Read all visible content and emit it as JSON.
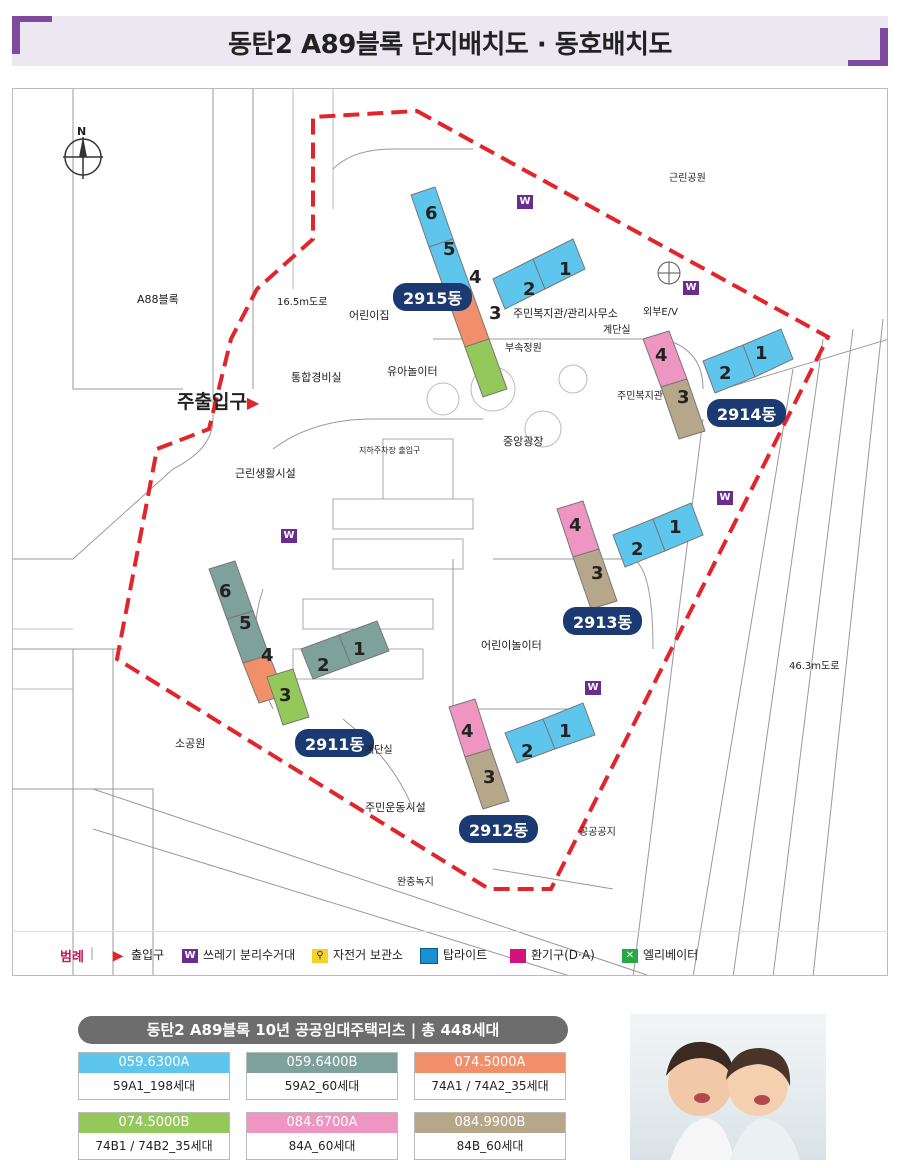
{
  "header": {
    "title": "동탄2 A89블록 단지배치도 · 동호배치도"
  },
  "map": {
    "north_label": "N",
    "main_entrance": "주출입구",
    "dong_labels": [
      "2915동",
      "2914동",
      "2913동",
      "2911동",
      "2912동"
    ],
    "area_labels": {
      "a88": "A88블록",
      "road16": "16.5m도로",
      "park": "근린공원",
      "kids": "어린이집",
      "toddler": "유아놀이터",
      "guard": "통합경비실",
      "neighborhood": "근린생활시설",
      "welfare": "주민복지관/관리사무소",
      "garden": "부속정원",
      "welfare2": "주민복지관",
      "stairs": "계단실",
      "stairs2": "계단실",
      "outdoor_ev": "외부E/V",
      "plaza": "중앙광장",
      "kids_playground": "어린이놀이터",
      "small_park": "소공원",
      "sports": "주민운동시설",
      "public_space": "공공공지",
      "green": "완충녹지",
      "road46": "46.3m도로",
      "parking_entry": "지하주차장 출입구"
    }
  },
  "legend": {
    "title": "범례",
    "items": [
      "출입구",
      "쓰레기 분리수거대",
      "자전거 보관소",
      "탑라이트",
      "환기구(D·A)",
      "엘리베이터"
    ],
    "trash_glyph": "W"
  },
  "summary": {
    "title": "동탄2 A89블록 10년 공공임대주택리츠 | 총 448세대",
    "types": [
      {
        "code": "059.6300A",
        "desc": "59A1_198세대",
        "color": "#5ec6ec"
      },
      {
        "code": "059.6400B",
        "desc": "59A2_60세대",
        "color": "#7fa19c"
      },
      {
        "code": "074.5000A",
        "desc": "74A1 / 74A2_35세대",
        "color": "#f08f6a"
      },
      {
        "code": "074.5000B",
        "desc": "74B1 / 74B2_35세대",
        "color": "#95c85a"
      },
      {
        "code": "084.6700A",
        "desc": "84A_60세대",
        "color": "#ef95c2"
      },
      {
        "code": "084.9900B",
        "desc": "84B_60세대",
        "color": "#b7a78a"
      }
    ]
  },
  "colors": {
    "accent": "#7d4a9c",
    "boundary": "#e0262b",
    "dong_badge": "#1b3a72",
    "blue": "#5ec6ec",
    "teal": "#7fa19c",
    "orange": "#f08f6a",
    "green": "#95c85a",
    "pink": "#ef95c2",
    "tan": "#b7a78a"
  }
}
